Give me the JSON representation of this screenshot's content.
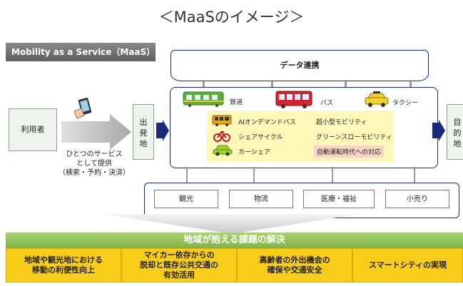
{
  "title": "＜MaaSのイメージ＞",
  "maas_label": "Mobility as a Service（MaaS）",
  "data_link_label": "データ連携",
  "transport": {
    "rail": "鉄道",
    "bus": "バス",
    "taxi": "タクシー",
    "ai_bus": "AIオンデマンドバス",
    "micro": "超小型モビリティ",
    "cycle": "シェアサイクル",
    "green": "グリーンスローモビリティ",
    "carshare": "カーシェア",
    "autonomous": "自動運転時代への対応"
  },
  "user_label": "利用者",
  "provide_text": "ひとつのサービス\nとして提供\n（検索・予約・決済）",
  "departure": "出\n発\n地",
  "destination": "目\n的\n地",
  "services": [
    "観光",
    "物流",
    "医療・福祉",
    "小売り"
  ],
  "solve_label": "地域が抱える課題の解決",
  "issues": [
    "地域や観光地における\n移動の利便性向上",
    "マイカー依存からの\n脱却と既存公共交通の\n有効活用",
    "高齢者の外出機会の\n確保や交通安全",
    "スマートシティの実現"
  ],
  "colors": {
    "navy": "#1a2a7a",
    "green_bar": "#8cc152",
    "issue_yellow": "#f7cd1a",
    "inner_yellow": "#fff8b8"
  }
}
